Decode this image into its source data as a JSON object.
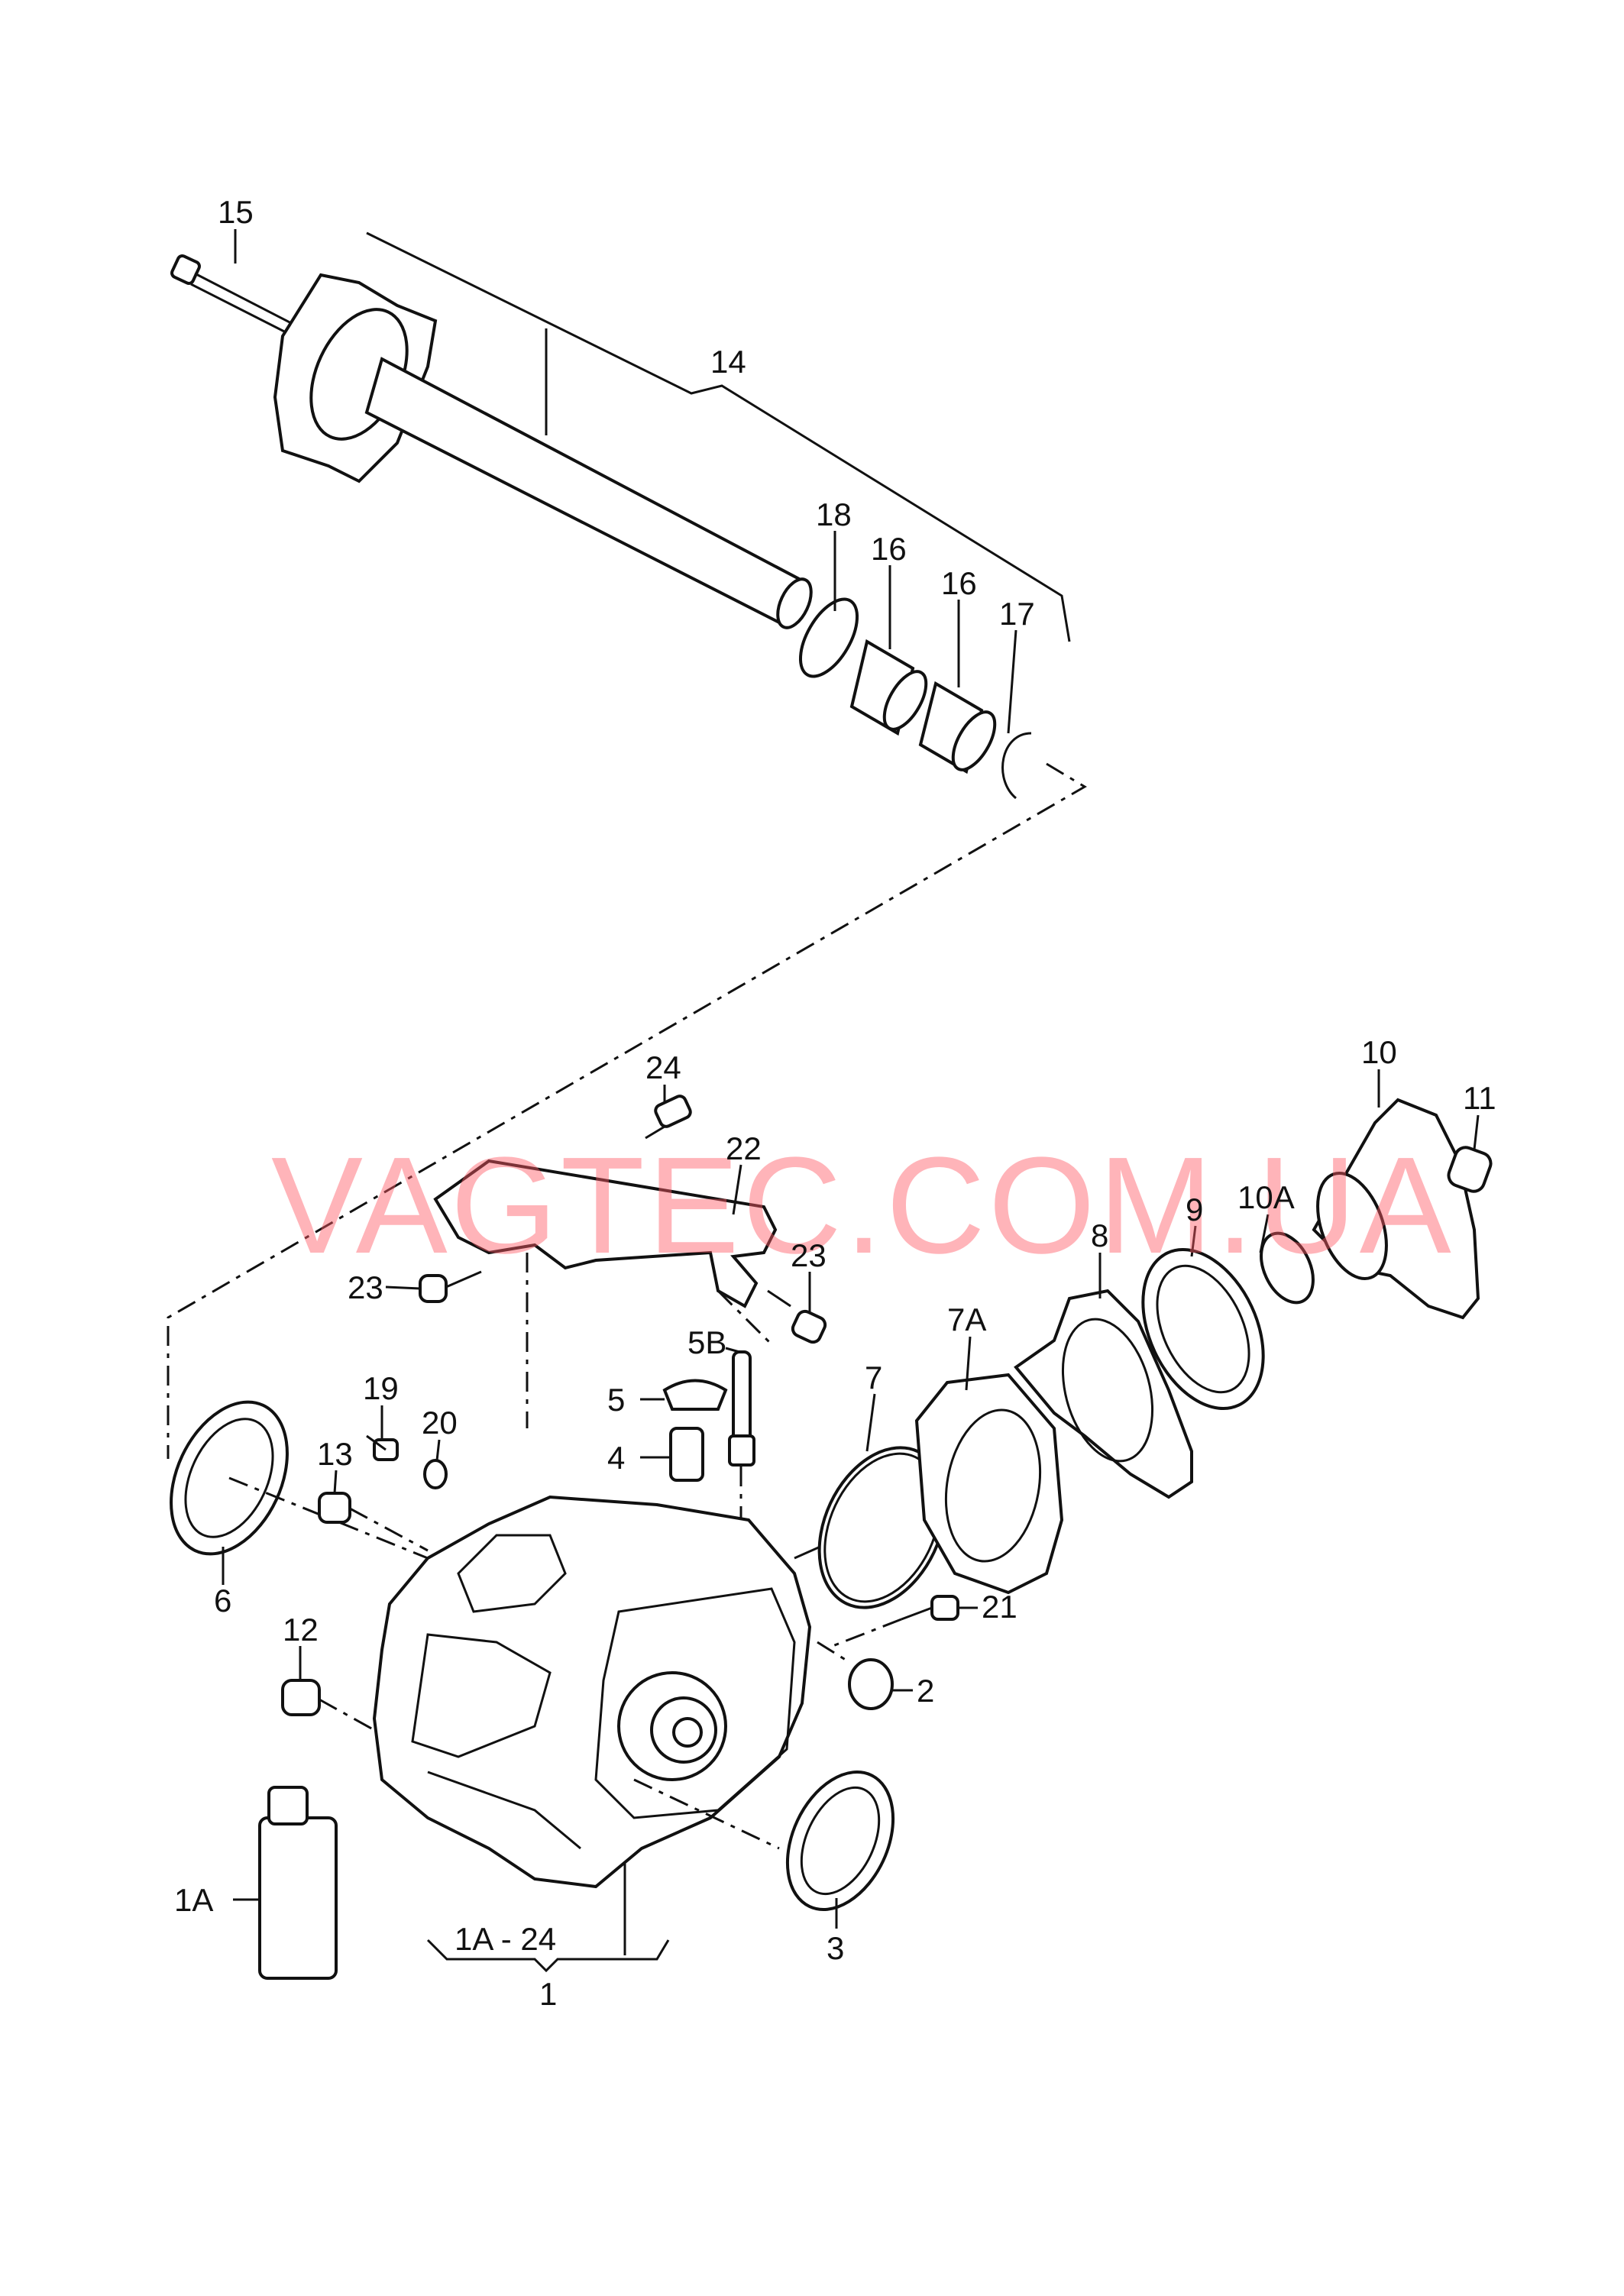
{
  "watermark": "VAGTEC.COM.UA",
  "callouts": {
    "c15": "15",
    "c14": "14",
    "c18": "18",
    "c16a": "16",
    "c16b": "16",
    "c17": "17",
    "c24": "24",
    "c22": "22",
    "c23a": "23",
    "c23b": "23",
    "c10": "10",
    "c11": "11",
    "c10a": "10A",
    "c9": "9",
    "c8": "8",
    "c7a": "7A",
    "c7": "7",
    "c5b": "5B",
    "c5": "5",
    "c4": "4",
    "c19": "19",
    "c20": "20",
    "c13": "13",
    "c6": "6",
    "c12": "12",
    "c21": "21",
    "c2": "2",
    "c3": "3",
    "c1a": "1A",
    "c1a24": "1A - 24",
    "c1": "1"
  }
}
